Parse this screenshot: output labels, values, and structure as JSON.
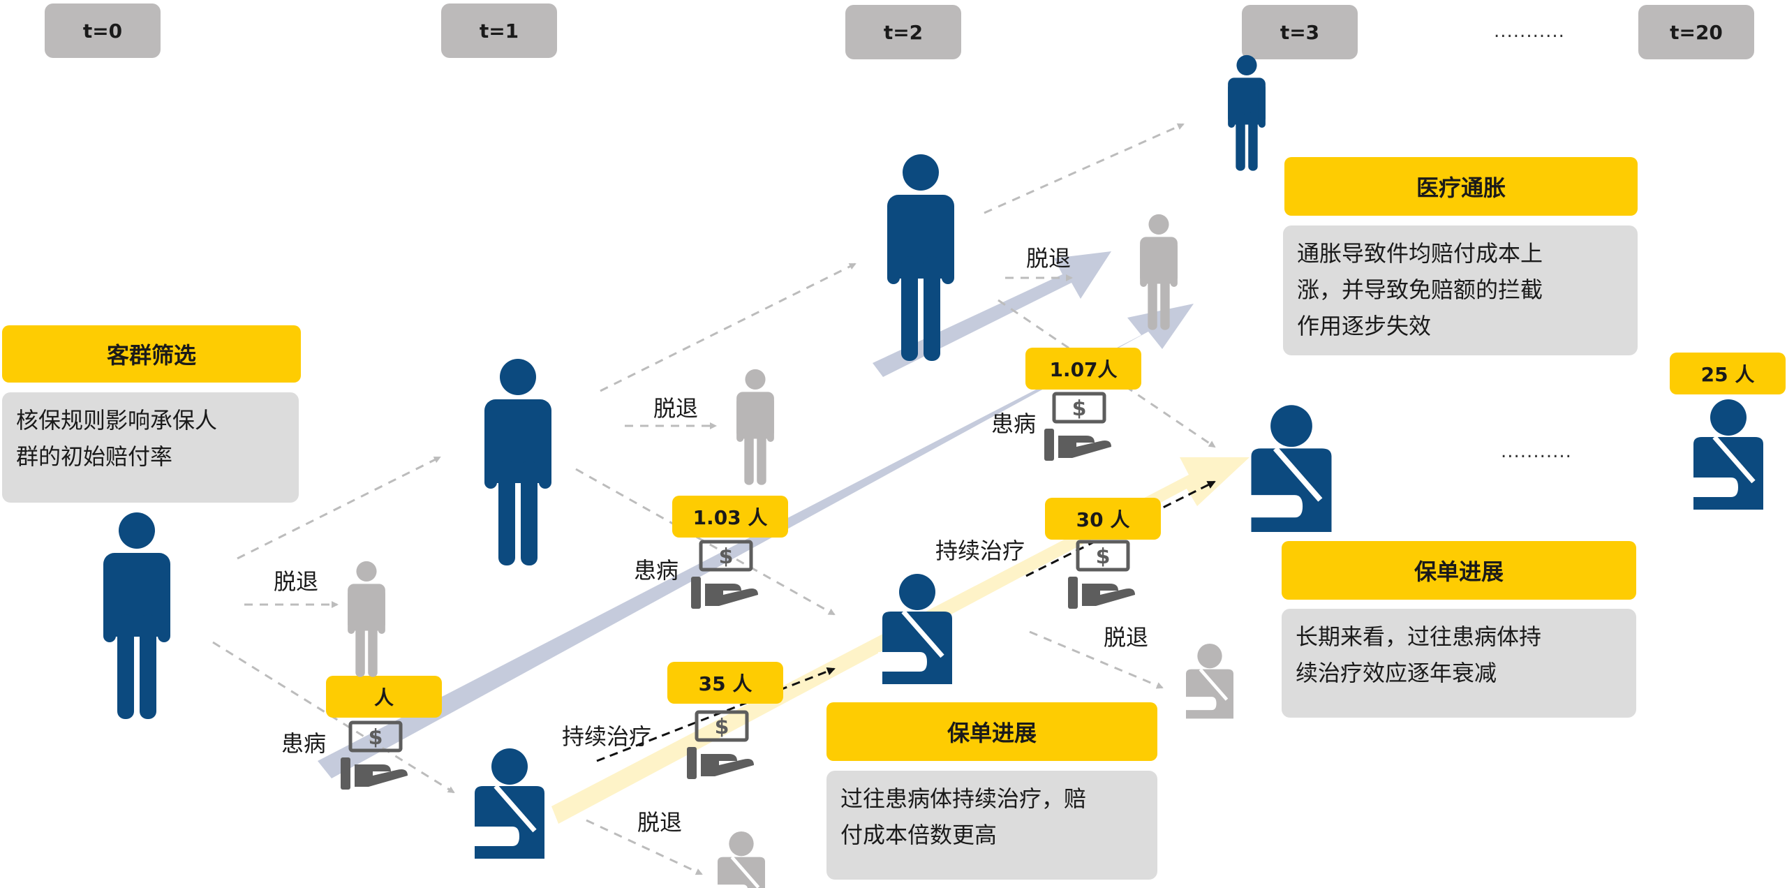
{
  "timeline": [
    "t=0",
    "t=1",
    "t=2",
    "t=3",
    "t=20"
  ],
  "timeline_ellipsis": "...........",
  "middle_ellipsis": "...........",
  "callouts": {
    "screening": {
      "title": "客群筛选",
      "lines": [
        "核保规则影响承保人",
        "群的初始赔付率"
      ]
    },
    "medical_inflation": {
      "title": "医疗通胀",
      "lines": [
        "通胀导致件均赔付成本上",
        "涨，并导致免赔额的拦截",
        "作用逐步失效"
      ]
    },
    "policy_progress_1": {
      "title": "保单进展",
      "lines": [
        "过往患病体持续治疗，赔",
        "付成本倍数更高"
      ]
    },
    "policy_progress_2": {
      "title": "保单进展",
      "lines": [
        "长期来看，过往患病体持",
        "续治疗效应逐年衰减"
      ]
    }
  },
  "badges": {
    "b_t0": "人",
    "b_103": "1.03 人",
    "b_107": "1.07人",
    "b_35": "35 人",
    "b_30": "30 人",
    "b_25": "25 人"
  },
  "labels": {
    "dropout": "脱退",
    "sick": "患病",
    "continued_treatment": "持续治疗"
  },
  "colors": {
    "healthy": "#0c4a7f",
    "dropout": "#b8b6b6",
    "highlight": "#fecc02",
    "money": "#5d5d5d",
    "gray_arrow": "#c5cbdc",
    "yellow_arrow": "#fef3c8"
  }
}
